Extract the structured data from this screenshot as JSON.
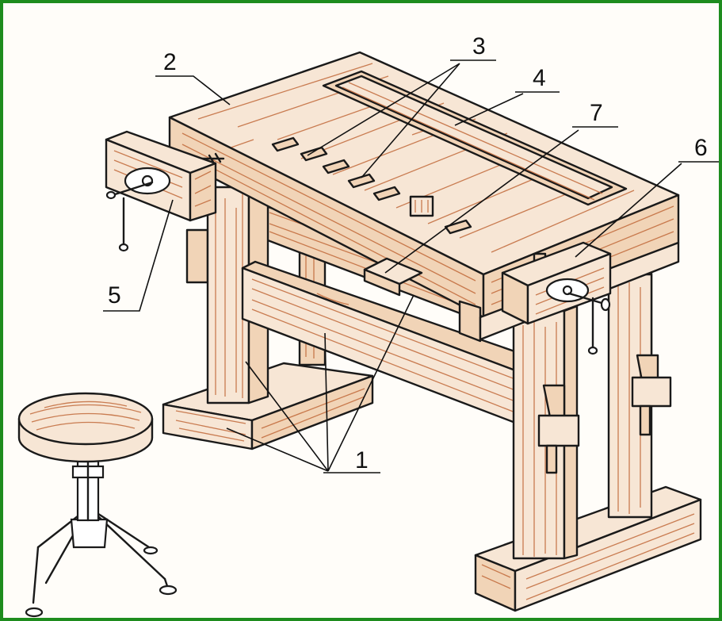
{
  "callouts": [
    {
      "id": "1",
      "text": "1"
    },
    {
      "id": "2",
      "text": "2"
    },
    {
      "id": "3",
      "text": "3"
    },
    {
      "id": "4",
      "text": "4"
    },
    {
      "id": "5",
      "text": "5"
    },
    {
      "id": "6",
      "text": "6"
    },
    {
      "id": "7",
      "text": "7"
    }
  ],
  "colors": {
    "frame": "#1e8c1e",
    "wood_light": "#f7e6d5",
    "wood_grain": "#c1693a",
    "ink": "#1a1a1a"
  }
}
